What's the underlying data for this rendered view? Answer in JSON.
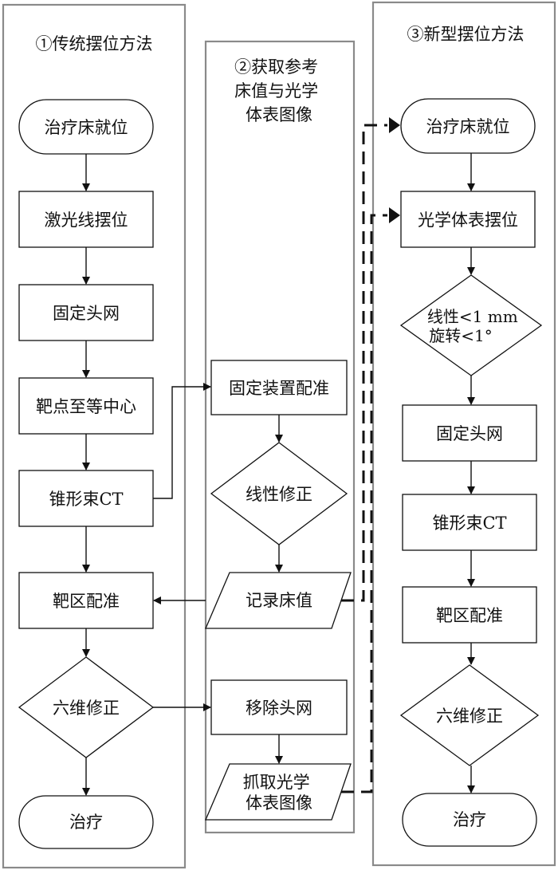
{
  "columns": {
    "traditional": {
      "title": "①传统摆位方法"
    },
    "reference": {
      "title_lines": [
        "②获取参考",
        "床值与光学",
        "体表图像"
      ]
    },
    "new": {
      "title": "③新型摆位方法"
    }
  },
  "traditional_steps": {
    "start": "治疗床就位",
    "laser": "激光线摆位",
    "mask": "固定头网",
    "target_point": "靶点至等中心",
    "cbct": "锥形束CT",
    "registration": "靶区配准",
    "six_dof": "六维修正",
    "end": "治疗"
  },
  "reference_steps": {
    "fixture_registration": "固定装置配准",
    "linear_correction": "线性修正",
    "record_couch": "记录床值",
    "remove_mask": "移除头网",
    "capture_lines": [
      "抓取光学",
      "体表图像"
    ]
  },
  "new_steps": {
    "start": "治疗床就位",
    "sgrt": "光学体表摆位",
    "check_lines": [
      "线性<1 mm",
      "旋转<1°"
    ],
    "mask": "固定头网",
    "cbct": "锥形束CT",
    "registration": "靶区配准",
    "six_dof": "六维修正",
    "end": "治疗"
  }
}
